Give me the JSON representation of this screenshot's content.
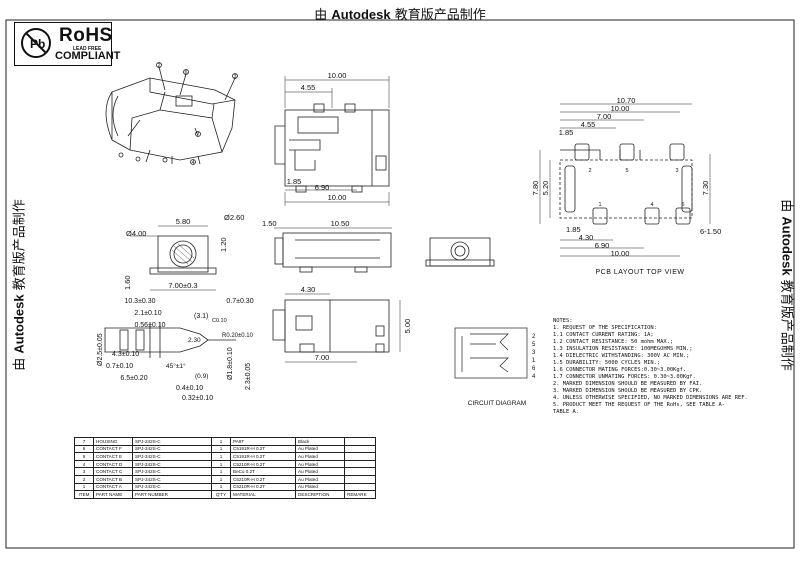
{
  "watermark": {
    "prefix": "由",
    "brand": "Autodesk",
    "suffix": "教育版产品制作"
  },
  "rohs": {
    "title": "RoHS",
    "subtitle": "LEAD FREE",
    "label": "COMPLIANT",
    "logo_letters": "Pb"
  },
  "callouts": [
    "1",
    "2",
    "3",
    "4",
    "5",
    "6",
    "7"
  ],
  "top_view": {
    "dims": [
      "10.00",
      "4.55",
      "1.85",
      "6.90",
      "10.00"
    ]
  },
  "front_view": {
    "dims": [
      "5.80",
      "Ø2.60",
      "Ø4.00",
      "1.20",
      "1.60",
      "7.00±0.3"
    ]
  },
  "side_view": {
    "dims": [
      "1.50",
      "10.50"
    ]
  },
  "bottom_view": {
    "dims": [
      "4.30",
      "5.00",
      "7.00"
    ]
  },
  "plug_view": {
    "dims": [
      "10.3±0.30",
      "0.7±0.30",
      "2.1±0.10",
      "(3.1)",
      "0.56±0.10",
      "C0.10",
      "R0.20±0.10",
      "2.30",
      "Ø2.5±0.05",
      "4.3±0.10",
      "0.7±0.10",
      "6.5±0.20",
      "45°±1°",
      "(0.9)",
      "0.4±0.10",
      "0.32±0.10",
      "Ø1.8±0.10",
      "2.3±0.05"
    ]
  },
  "pcb": {
    "dims_top": [
      "10.70",
      "10.00",
      "7.00",
      "4.55",
      "1.85"
    ],
    "dims_left": [
      "7.80",
      "5.20"
    ],
    "dims_right": [
      "7.30",
      "6-1.50"
    ],
    "dims_bottom": [
      "1.85",
      "4.30",
      "6.90",
      "10.00"
    ],
    "pins_top": [
      "2",
      "5",
      "3"
    ],
    "pins_bottom": [
      "1",
      "4",
      "6"
    ],
    "title": "PCB LAYOUT TOP VIEW"
  },
  "circuit": {
    "title": "CIRCUIT DIAGRAM",
    "pins": [
      "2",
      "5",
      "3",
      "1",
      "6",
      "4"
    ]
  },
  "notes": {
    "title": "NOTES:",
    "lines": [
      "1. REQUEST OF THE SPECIFICATION:",
      "   1.1 CONTACT CURRENT RATING: 1A;",
      "   1.2 CONTACT RESISTANCE: 50 mohm MAX.;",
      "   1.3 INSULATION RESISTANCE: 100MEGOHMS MIN.;",
      "   1.4 DIELECTRIC WITHSTANDING: 300V AC MIN.;",
      "   1.5 DURABILITY: 5000 CYCLES MIN.;",
      "   1.6 CONNECTOR MATING FORCES:0.30~3.00Kgf.",
      "   1.7 CONNECTOR UNMATING FORCES: 0.30~3.00Kgf.",
      "2. MARKED DIMENSION SHOULD BE MEASURED BY FAI.",
      "3. MARKED DIMENSION SHOULD BE MEASURED BY CPK.",
      "4. UNLESS OTHERWISE SPECIFIED, NO MARKED DIMENSIONS ARE REF.",
      "5. PRODUCT MEET THE REQUEST OF THE RoHs, SEE TABLE A-",
      "   TABLE A."
    ]
  },
  "bom": {
    "rows": [
      [
        "7",
        "HOUSING",
        "SPJ-242S-C",
        "1",
        "PA9T",
        "Black",
        ""
      ],
      [
        "6",
        "CONTACT F",
        "SPJ-242S-C",
        "1",
        "C5191R-H 0.2T",
        "Au Plated",
        ""
      ],
      [
        "5",
        "CONTACT E",
        "SPJ-242S-C",
        "1",
        "C5191R-H 0.2T",
        "Au Plated",
        ""
      ],
      [
        "4",
        "CONTACT D",
        "SPJ-242S-C",
        "1",
        "C5210R-H 0.2T",
        "Au Plated",
        ""
      ],
      [
        "3",
        "CONTACT C",
        "SPJ-242S-C",
        "1",
        "BeCu 0.2T",
        "Au Plated",
        ""
      ],
      [
        "2",
        "CONTACT B",
        "SPJ-242S-C",
        "1",
        "C5210R-H 0.2T",
        "Au Plated",
        ""
      ],
      [
        "1",
        "CONTACT A",
        "SPJ-242S-C",
        "1",
        "C5210R-H 0.2T",
        "Au Plated",
        ""
      ]
    ],
    "header": [
      "ITEM",
      "PART NAME",
      "PART NUMBER",
      "Q'TY",
      "MATERIAL",
      "DESCRIPTION",
      "REMARK"
    ]
  }
}
